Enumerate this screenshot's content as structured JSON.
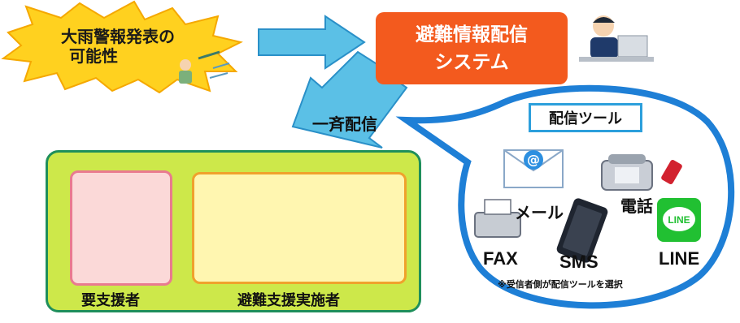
{
  "warning": {
    "line1": "大雨警報発表の",
    "line2": "可能性"
  },
  "system": {
    "line1": "避難情報配信",
    "line2": "システム"
  },
  "broadcast": {
    "label": "一斉配信"
  },
  "tools": {
    "title": "配信ツール",
    "items": [
      {
        "label": "メール",
        "icon": "email-icon"
      },
      {
        "label": "電話",
        "icon": "telephone-icon"
      },
      {
        "label": "FAX",
        "icon": "fax-icon"
      },
      {
        "label": "SMS",
        "icon": "smartphone-icon"
      },
      {
        "label": "LINE",
        "icon": "line-app-icon",
        "icon_text": "LINE"
      }
    ],
    "note": "※受信者側が配信ツールを選択"
  },
  "recipients": {
    "left_label": "要支援者",
    "right_label": "避難支援実施者"
  },
  "colors": {
    "system_box": "#f35a1e",
    "arrow": "#5bc0e6",
    "bubble": "#1e7fd6",
    "panel": "#cde84a",
    "panel_border": "#1f8f5b",
    "starburst": "#ffd11f",
    "line_green": "#21c032"
  }
}
